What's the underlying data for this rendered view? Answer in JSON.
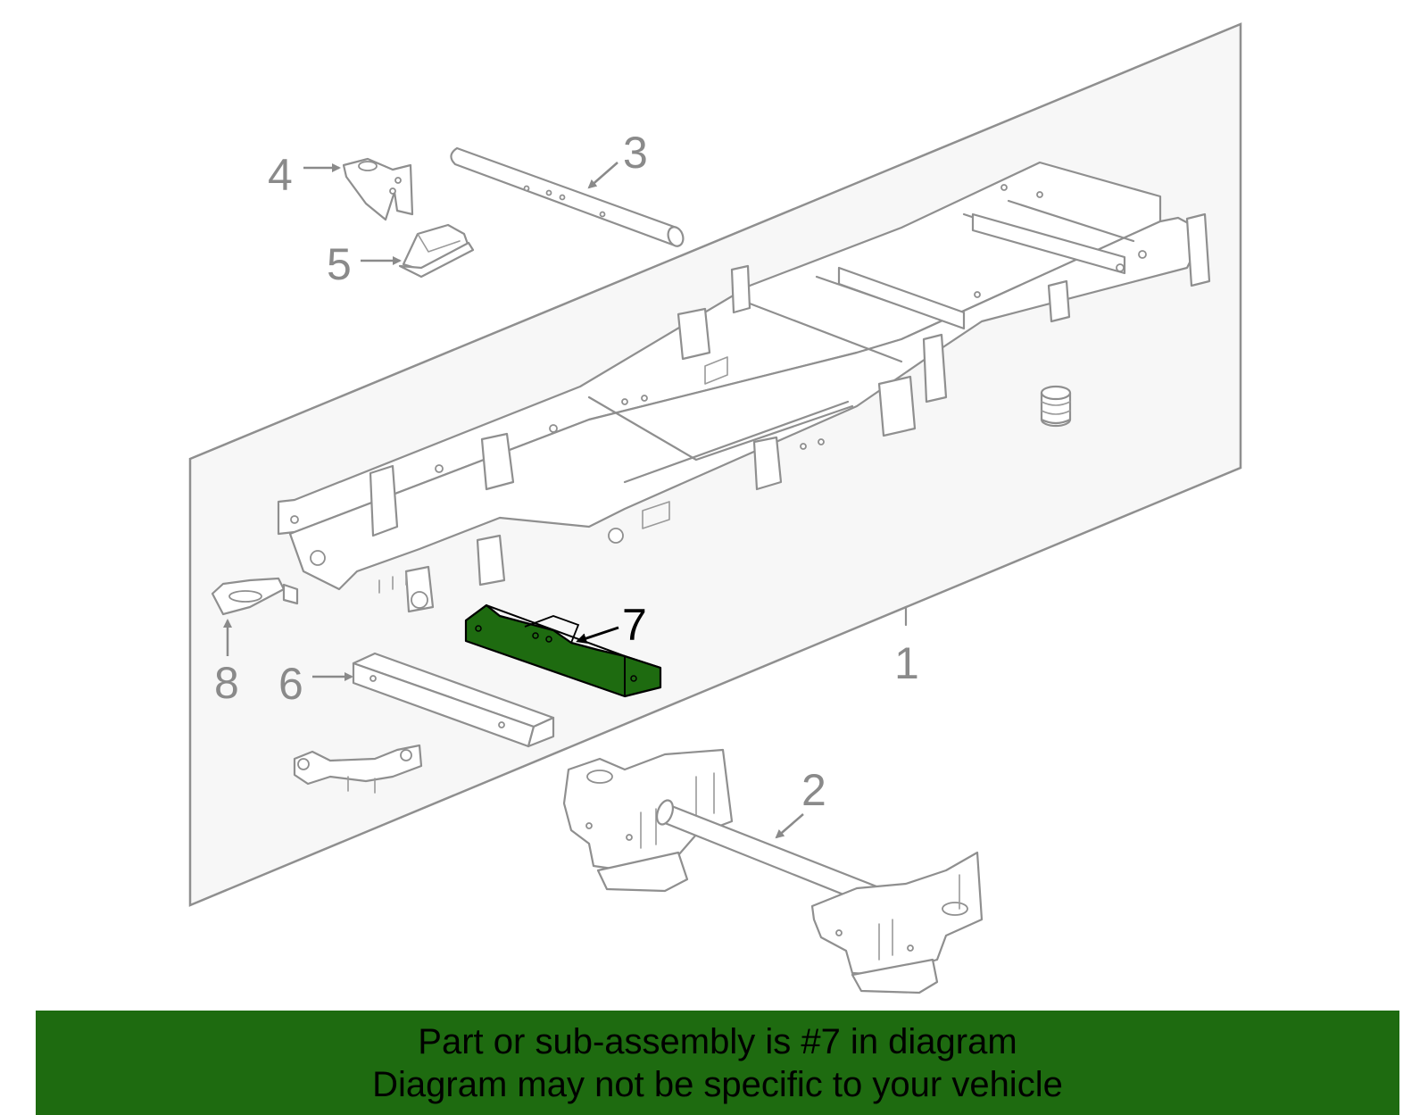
{
  "callouts": {
    "c1": "1",
    "c2": "2",
    "c3": "3",
    "c4": "4",
    "c5": "5",
    "c6": "6",
    "c7": "7",
    "c8": "8"
  },
  "highlight": {
    "part_number": "7",
    "color": "#1e6b10"
  },
  "banner": {
    "line1": "Part or sub-assembly is #7 in diagram",
    "line2": "Diagram may not be specific to your vehicle"
  }
}
